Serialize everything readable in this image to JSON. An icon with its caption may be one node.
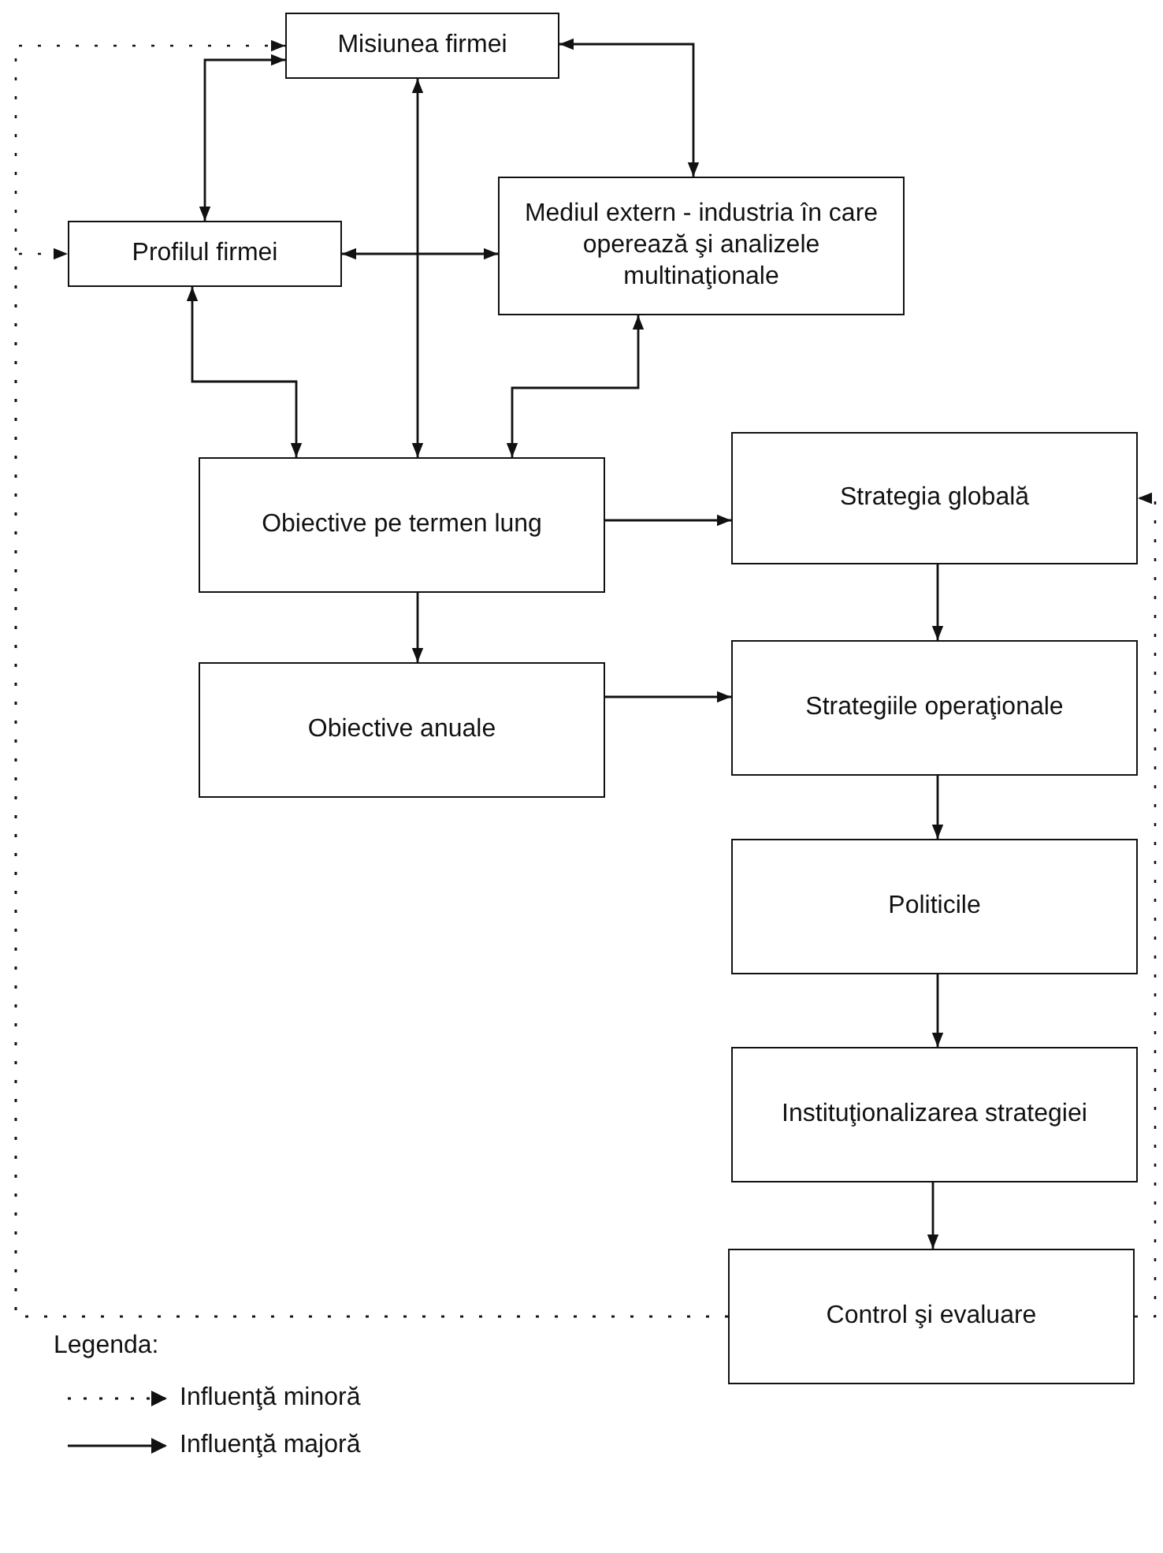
{
  "diagram": {
    "nodes": [
      {
        "text": [
          "Misiunea firmei"
        ]
      },
      {
        "text": [
          "Profilul firmei"
        ]
      },
      {
        "text": [
          "Mediul extern - industria în care operează şi analizele multinaţionale"
        ]
      },
      {
        "text": [
          "Obiective pe termen lung"
        ]
      },
      {
        "text": [
          "Strategia globală"
        ]
      },
      {
        "text": [
          "Obiective anuale"
        ]
      },
      {
        "text": [
          "Strategiile operaţionale"
        ]
      },
      {
        "text": [
          "Politicile"
        ]
      },
      {
        "text": [
          "Instituţionalizarea strategiei"
        ]
      },
      {
        "text": [
          "Control şi evaluare"
        ]
      }
    ],
    "edges": [
      {
        "from": 0,
        "to": 1,
        "arrow": "both"
      },
      {
        "from": 0,
        "to": 3,
        "arrow": "both"
      },
      {
        "from": 0,
        "to": 2,
        "arrow": "both"
      },
      {
        "from": 1,
        "to": 2,
        "arrow": "both"
      },
      {
        "from": 1,
        "to": 3,
        "arrow": "both"
      },
      {
        "from": 2,
        "to": 3,
        "arrow": "both"
      },
      {
        "from": 3,
        "to": 4,
        "arrow": "to"
      },
      {
        "from": 3,
        "to": 5,
        "arrow": "to"
      },
      {
        "from": 5,
        "to": 6,
        "arrow": "to"
      },
      {
        "from": 4,
        "to": 6,
        "arrow": "to"
      },
      {
        "from": 6,
        "to": 7,
        "arrow": "to"
      },
      {
        "from": 7,
        "to": 8,
        "arrow": "to"
      },
      {
        "from": 8,
        "to": 9,
        "arrow": "to"
      },
      {
        "from": 9,
        "to": 0,
        "arrow": "to",
        "style": "dashed"
      },
      {
        "from": 9,
        "to": 1,
        "arrow": "to",
        "style": "dashed"
      },
      {
        "from": 9,
        "to": 4,
        "arrow": "to",
        "style": "dashed"
      }
    ],
    "labels": [
      "Legenda:"
    ],
    "legend": [
      {
        "text": "Influenţă minoră"
      },
      {
        "text": "Influenţă majoră"
      }
    ]
  }
}
